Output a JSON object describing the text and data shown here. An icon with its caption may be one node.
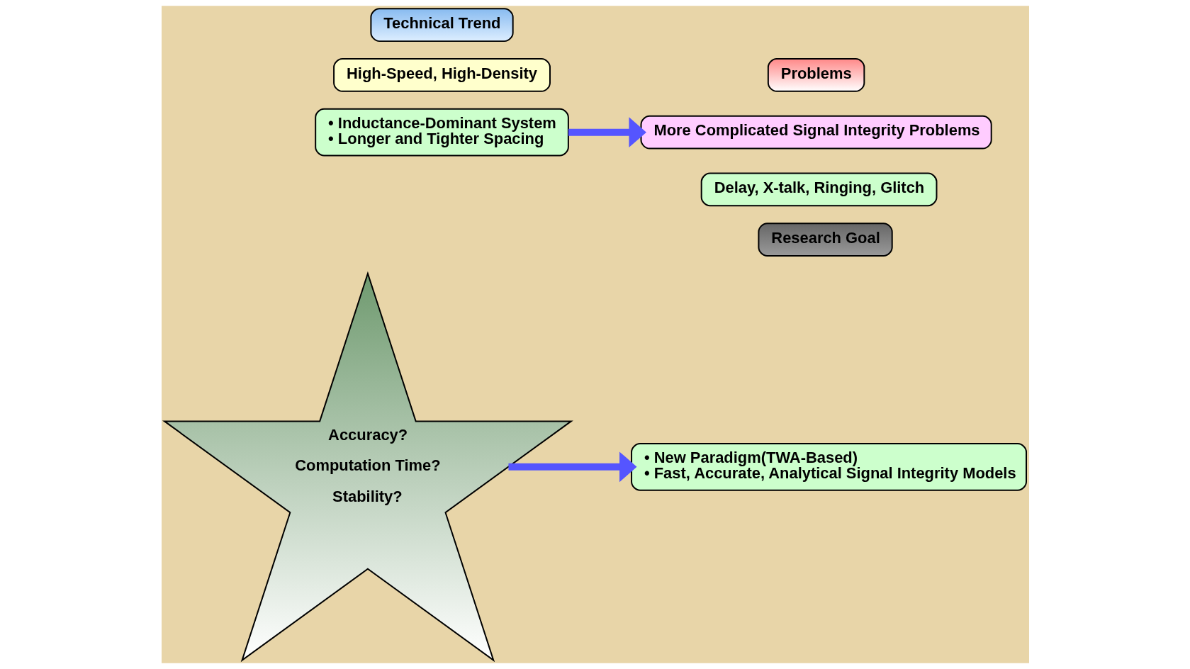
{
  "diagram": {
    "nodes": [
      {
        "text": [
          "Technical Trend"
        ]
      },
      {
        "text": [
          "High-Speed, High-Density"
        ]
      },
      {
        "text": [
          "• Inductance-Dominant System",
          "• Longer and Tighter Spacing"
        ]
      },
      {
        "text": [
          "Problems"
        ]
      },
      {
        "text": [
          "More Complicated Signal Integrity Problems"
        ]
      },
      {
        "text": [
          "Delay, X-talk, Ringing, Glitch"
        ]
      },
      {
        "text": [
          "Accuracy?",
          "Computation Time?",
          "Stability?"
        ]
      },
      {
        "text": [
          "Research Goal"
        ]
      },
      {
        "text": [
          "• New Paradigm(TWA-Based)",
          "• Fast, Accurate, Analytical Signal Integrity Models"
        ]
      }
    ],
    "edges": [
      {
        "from": 2,
        "to": 4,
        "arrow": "to"
      },
      {
        "from": 6,
        "to": 8,
        "arrow": "to"
      }
    ]
  }
}
